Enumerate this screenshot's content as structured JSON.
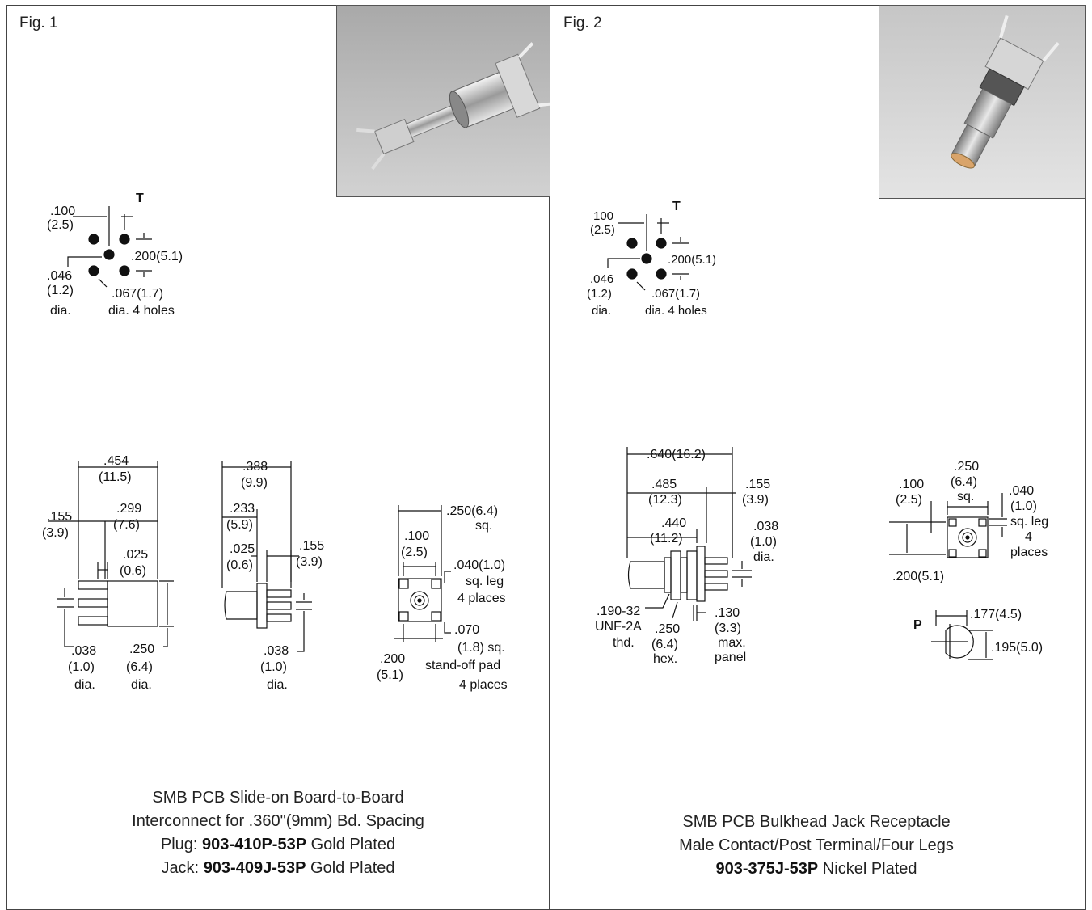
{
  "fig1": {
    "label": "Fig. 1",
    "footprint": {
      "t": "T",
      "d100": ".100",
      "d100mm": "(2.5)",
      "d200": ".200(5.1)",
      "d046": ".046",
      "d046mm": "(1.2)",
      "dia": "dia.",
      "d067": ".067(1.7)",
      "holes": "dia. 4 holes"
    },
    "plug": {
      "d454": ".454",
      "d454mm": "(11.5)",
      "d155": ".155",
      "d155mm": "(3.9)",
      "d299": ".299",
      "d299mm": "(7.6)",
      "d025": ".025",
      "d025mm": "(0.6)",
      "d038": ".038",
      "d038mm": "(1.0)",
      "d038dia": "dia.",
      "d250": ".250",
      "d250mm": "(6.4)",
      "d250dia": "dia."
    },
    "jack": {
      "d388": ".388",
      "d388mm": "(9.9)",
      "d233": ".233",
      "d233mm": "(5.9)",
      "d025": ".025",
      "d025mm": "(0.6)",
      "d155": ".155",
      "d155mm": "(3.9)",
      "d038": ".038",
      "d038mm": "(1.0)",
      "d038dia": "dia."
    },
    "bottom": {
      "d250": ".250(6.4)",
      "sq": "sq.",
      "d100": ".100",
      "d100mm": "(2.5)",
      "d040": ".040(1.0)",
      "sqleg": "sq. leg",
      "places": "4 places",
      "d070": ".070",
      "d070mm": "(1.8) sq.",
      "standoff": "stand-off pad",
      "places2": "4 places",
      "d200": ".200",
      "d200mm": "(5.1)"
    },
    "caption": {
      "line1": "SMB PCB Slide-on Board-to-Board",
      "line2": "Interconnect for .360\"(9mm) Bd. Spacing",
      "plug_prefix": "Plug: ",
      "plug_part": "903-410P-53P",
      "plug_suffix": " Gold Plated",
      "jack_prefix": "Jack: ",
      "jack_part": "903-409J-53P",
      "jack_suffix": " Gold Plated"
    }
  },
  "fig2": {
    "label": "Fig. 2",
    "footprint": {
      "t": "T",
      "d100": "100",
      "d100mm": "(2.5)",
      "d200": ".200(5.1)",
      "d046": ".046",
      "d046mm": "(1.2)",
      "dia": "dia.",
      "d067": ".067(1.7)",
      "holes": "dia. 4 holes"
    },
    "side": {
      "d640": ".640(16.2)",
      "d485": ".485",
      "d485mm": "(12.3)",
      "d155": ".155",
      "d155mm": "(3.9)",
      "d440": ".440",
      "d440mm": "(11.2)",
      "d038": ".038",
      "d038mm": "(1.0)",
      "d038dia": "dia.",
      "thread1": ".190-32",
      "thread2": "UNF-2A",
      "thread3": "thd.",
      "hex1": ".250",
      "hex2": "(6.4)",
      "hex3": "hex.",
      "panel1": ".130",
      "panel2": "(3.3)",
      "panel3": "max.",
      "panel4": "panel"
    },
    "bottom": {
      "d250": ".250",
      "d250mm": "(6.4)",
      "sq": "sq.",
      "d100": ".100",
      "d100mm": "(2.5)",
      "d040": ".040",
      "d040mm": "(1.0)",
      "sqleg": "sq. leg",
      "four": "4",
      "places": "places",
      "d200": ".200(5.1)"
    },
    "panelcut": {
      "p": "P",
      "d177": ".177(4.5)",
      "d195": ".195(5.0)"
    },
    "caption": {
      "line1": "SMB PCB Bulkhead Jack Receptacle",
      "line2": "Male Contact/Post Terminal/Four Legs",
      "part": "903-375J-53P",
      "suffix": " Nickel Plated"
    }
  }
}
